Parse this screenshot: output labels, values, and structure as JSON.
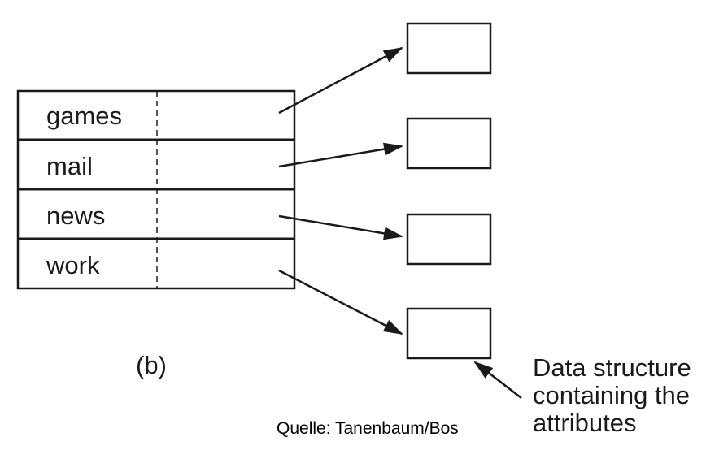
{
  "entries": [
    {
      "name": "games"
    },
    {
      "name": "mail"
    },
    {
      "name": "news"
    },
    {
      "name": "work"
    }
  ],
  "caption": "(b)",
  "callout": {
    "line1": "Data structure",
    "line2": "containing the",
    "line3": "attributes"
  },
  "source": "Quelle: Tanenbaum/Bos",
  "colors": {
    "stroke": "#1a1a1a",
    "background": "#ffffff"
  }
}
